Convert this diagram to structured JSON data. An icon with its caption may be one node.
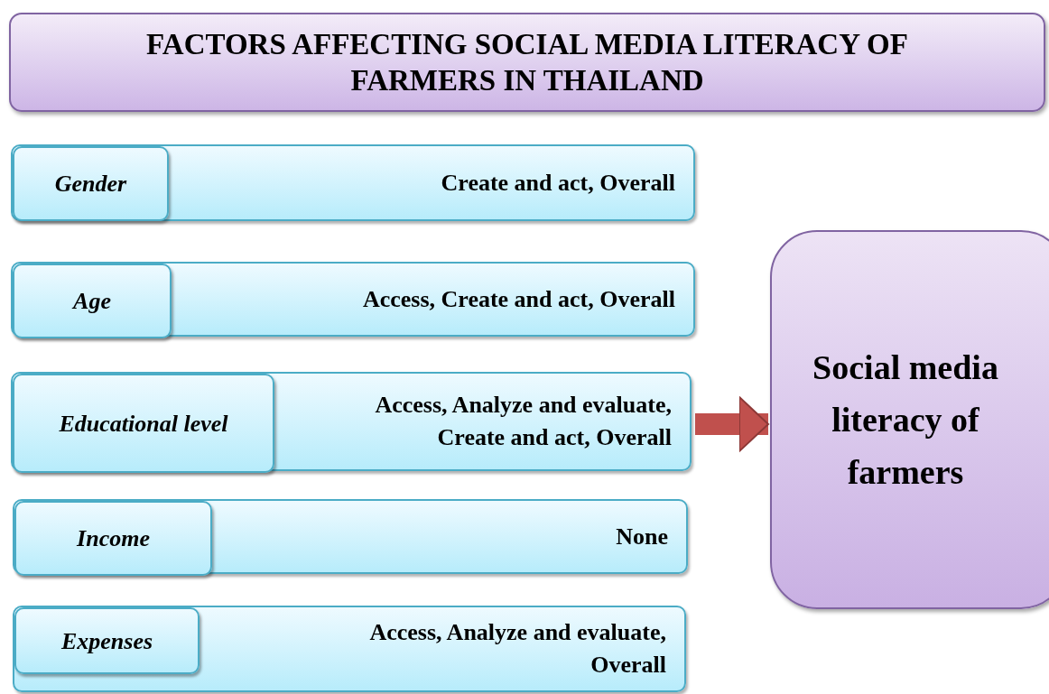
{
  "diagram": {
    "title": "FACTORS AFFECTING SOCIAL MEDIA LITERACY OF FARMERS IN THAILAND",
    "nodes": [
      {
        "text": [
          "Create and act, Overall"
        ]
      },
      {
        "text": [
          "Gender"
        ],
        "in": 0
      },
      {
        "text": [
          "Access, Create and act, Overall"
        ]
      },
      {
        "text": [
          "Age"
        ],
        "in": 2
      },
      {
        "text": [
          "Access, Analyze and evaluate, Create and act, Overall"
        ]
      },
      {
        "text": [
          "Educational level"
        ],
        "in": 4
      },
      {
        "text": [
          "None"
        ]
      },
      {
        "text": [
          "Income"
        ],
        "in": 6
      },
      {
        "text": [
          "Access, Analyze and evaluate, Overall"
        ]
      },
      {
        "text": [
          "Expenses"
        ],
        "in": 8
      },
      {
        "text": [
          "Social media literacy of farmers"
        ]
      }
    ],
    "edges": [
      {
        "from": 4,
        "to": 10,
        "arrow": "to",
        "color": "#c0504d"
      }
    ]
  }
}
